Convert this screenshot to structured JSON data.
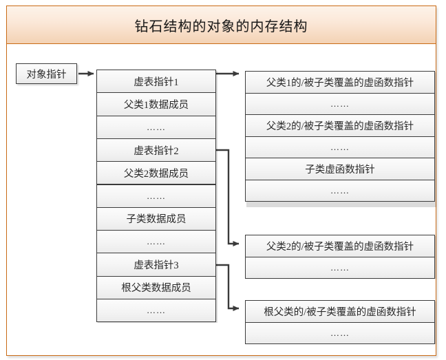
{
  "header": {
    "title": "钻石结构的对象的内存结构"
  },
  "object_pointer": {
    "label": "对象指针"
  },
  "object_layout": {
    "name": "object-memory-layout",
    "rows": [
      {
        "id": "vptr1",
        "label": "虚表指针1",
        "kind": "vptr"
      },
      {
        "id": "base1-data",
        "label": "父类1数据成员",
        "kind": "data"
      },
      {
        "id": "dots-1",
        "label": "……",
        "kind": "dots"
      },
      {
        "id": "vptr2",
        "label": "虚表指针2",
        "kind": "vptr"
      },
      {
        "id": "base2-data",
        "label": "父类2数据成员",
        "kind": "data"
      },
      {
        "id": "dots-2",
        "label": "……",
        "kind": "dots"
      },
      {
        "id": "derived-data",
        "label": "子类数据成员",
        "kind": "data"
      },
      {
        "id": "dots-3",
        "label": "……",
        "kind": "dots"
      },
      {
        "id": "vptr3",
        "label": "虚表指针3",
        "kind": "vptr"
      },
      {
        "id": "root-data",
        "label": "根父类数据成员",
        "kind": "data"
      },
      {
        "id": "dots-4",
        "label": "……",
        "kind": "dots"
      }
    ]
  },
  "vtables": [
    {
      "id": "vtable-1",
      "name": "vtable-primary",
      "rows": [
        {
          "id": "v1-r1",
          "label": "父类1的/被子类覆盖的虚函数指针",
          "kind": "entry"
        },
        {
          "id": "v1-r2",
          "label": "……",
          "kind": "dots"
        },
        {
          "id": "v1-r3",
          "label": "父类2的/被子类覆盖的虚函数指针",
          "kind": "entry"
        },
        {
          "id": "v1-r4",
          "label": "……",
          "kind": "dots"
        },
        {
          "id": "v1-r5",
          "label": "子类虚函数指针",
          "kind": "entry"
        },
        {
          "id": "v1-r6",
          "label": "……",
          "kind": "dots"
        }
      ]
    },
    {
      "id": "vtable-2",
      "name": "vtable-base2",
      "rows": [
        {
          "id": "v2-r1",
          "label": "父类2的/被子类覆盖的虚函数指针",
          "kind": "entry"
        },
        {
          "id": "v2-r2",
          "label": "……",
          "kind": "dots"
        }
      ]
    },
    {
      "id": "vtable-3",
      "name": "vtable-root",
      "rows": [
        {
          "id": "v3-r1",
          "label": "根父类的/被子类覆盖的虚函数指针",
          "kind": "entry"
        },
        {
          "id": "v3-r2",
          "label": "……",
          "kind": "dots"
        }
      ]
    }
  ],
  "connectors": [
    {
      "id": "conn-objptr",
      "name": "arrow-object-pointer-to-layout",
      "from": "object-pointer",
      "to": "vptr1"
    },
    {
      "id": "conn-vptr1",
      "name": "arrow-vptr1-to-vtable-1",
      "from": "vptr1",
      "to": "vtable-1"
    },
    {
      "id": "conn-vptr2",
      "name": "arrow-vptr2-to-vtable-2",
      "from": "vptr2",
      "to": "vtable-2"
    },
    {
      "id": "conn-vptr3",
      "name": "arrow-vptr3-to-vtable-3",
      "from": "vptr3",
      "to": "vtable-3"
    }
  ],
  "colors": {
    "frame": "#c96a14",
    "header_top": "#fdf3ea",
    "header_bottom": "#f3d2b4",
    "cell_border": "#3b3b3b",
    "connector": "#444444"
  }
}
